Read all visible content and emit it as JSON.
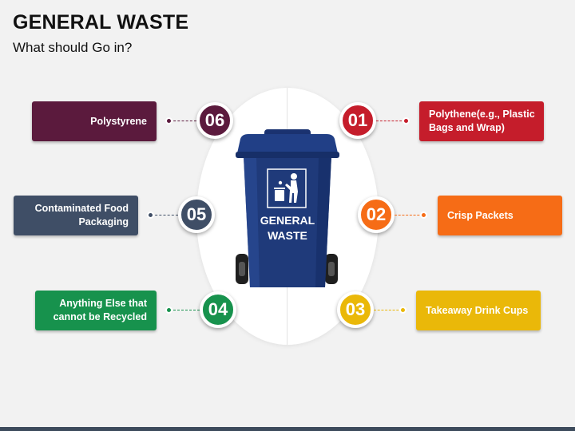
{
  "header": {
    "title": "GENERAL WASTE",
    "subtitle": "What should Go in?"
  },
  "bin": {
    "label_line1": "GENERAL",
    "label_line2": "WASTE",
    "icon": "person-throwing-trash-icon"
  },
  "items": [
    {
      "number": "06",
      "label": "Polystyrene",
      "color": "#5b1a3d"
    },
    {
      "number": "05",
      "label": "Contaminated Food\nPackaging",
      "color": "#3f4e66"
    },
    {
      "number": "04",
      "label": "Anything Else that\ncannot be Recycled",
      "color": "#17924d"
    },
    {
      "number": "01",
      "label": "Polythene(e.g., Plastic\nBags and Wrap)",
      "color": "#c51d2b"
    },
    {
      "number": "02",
      "label": "Crisp Packets",
      "color": "#f66c16"
    },
    {
      "number": "03",
      "label": "Takeaway Drink Cups",
      "color": "#eab809"
    }
  ]
}
